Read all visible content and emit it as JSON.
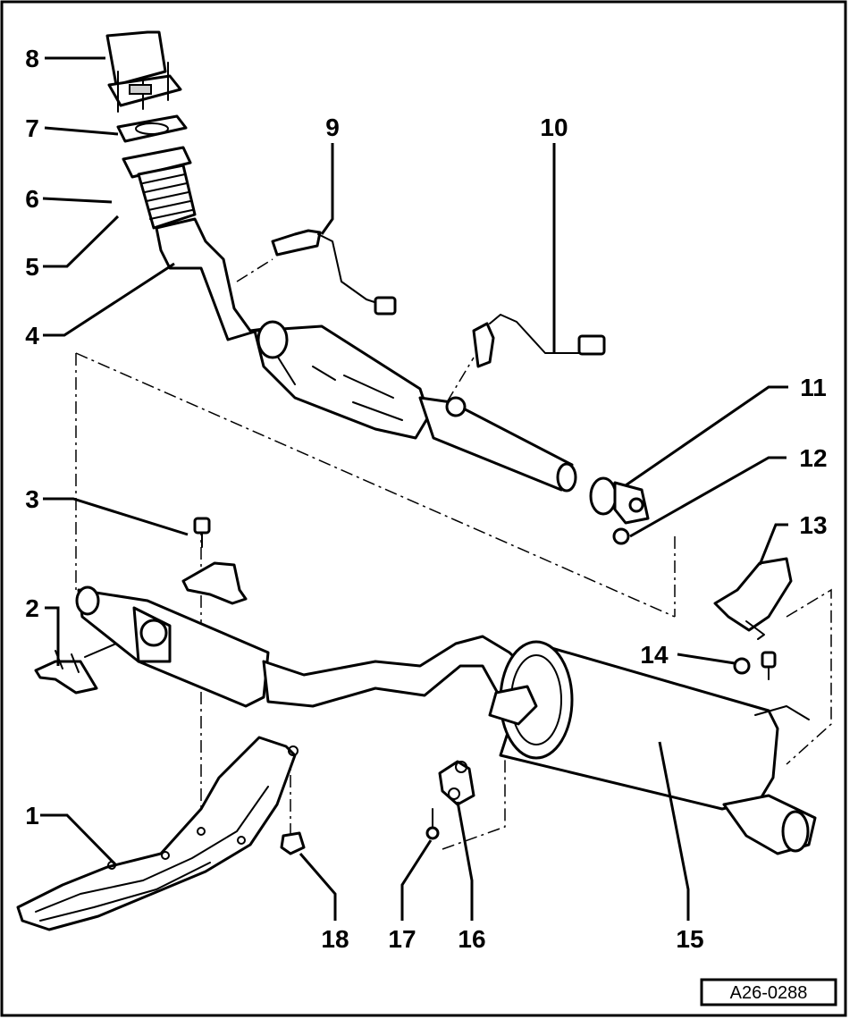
{
  "figure": {
    "reference": "A26-0288"
  },
  "callouts": [
    {
      "id": "1",
      "label": "1"
    },
    {
      "id": "2",
      "label": "2"
    },
    {
      "id": "3",
      "label": "3"
    },
    {
      "id": "4",
      "label": "4"
    },
    {
      "id": "5",
      "label": "5"
    },
    {
      "id": "6",
      "label": "6"
    },
    {
      "id": "7",
      "label": "7"
    },
    {
      "id": "8",
      "label": "8"
    },
    {
      "id": "9",
      "label": "9"
    },
    {
      "id": "10",
      "label": "10"
    },
    {
      "id": "11",
      "label": "11"
    },
    {
      "id": "12",
      "label": "12"
    },
    {
      "id": "13",
      "label": "13"
    },
    {
      "id": "14",
      "label": "14"
    },
    {
      "id": "15",
      "label": "15"
    },
    {
      "id": "16",
      "label": "16"
    },
    {
      "id": "17",
      "label": "17"
    },
    {
      "id": "18",
      "label": "18"
    }
  ]
}
